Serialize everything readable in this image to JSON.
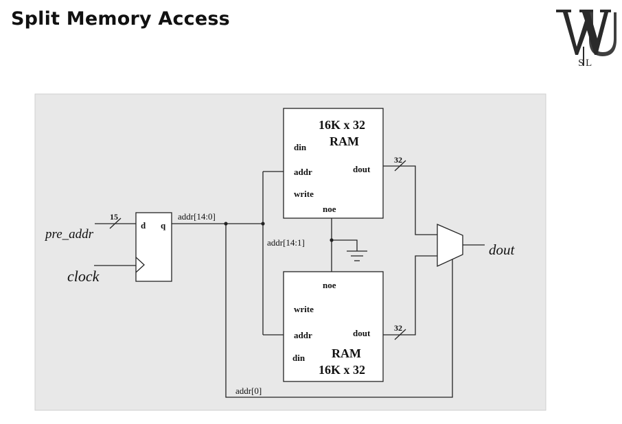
{
  "title": "Split Memory Access",
  "logo": {
    "text": "WU SL",
    "name": "wustl-logo"
  },
  "diagram": {
    "ram_top": {
      "size_label": "16K x 32",
      "type_label": "RAM",
      "port_din": "din",
      "port_addr": "addr",
      "port_write": "write",
      "port_dout": "dout",
      "port_noe": "noe"
    },
    "ram_bottom": {
      "size_label": "16K x 32",
      "type_label": "RAM",
      "port_din": "din",
      "port_addr": "addr",
      "port_write": "write",
      "port_dout": "dout",
      "port_noe": "noe"
    },
    "register": {
      "port_d": "d",
      "port_q": "q"
    },
    "signals": {
      "pre_addr": "pre_addr",
      "clock": "clock",
      "dout": "dout",
      "addr_full": "addr[14:0]",
      "addr_upper": "addr[14:1]",
      "addr_bit0": "addr[0]"
    },
    "bus_widths": {
      "input": "15",
      "top_out": "32",
      "bottom_out": "32"
    }
  },
  "colors": {
    "panel_bg": "#e8e8e8",
    "wire": "#222222",
    "block_fill": "#ffffff"
  }
}
